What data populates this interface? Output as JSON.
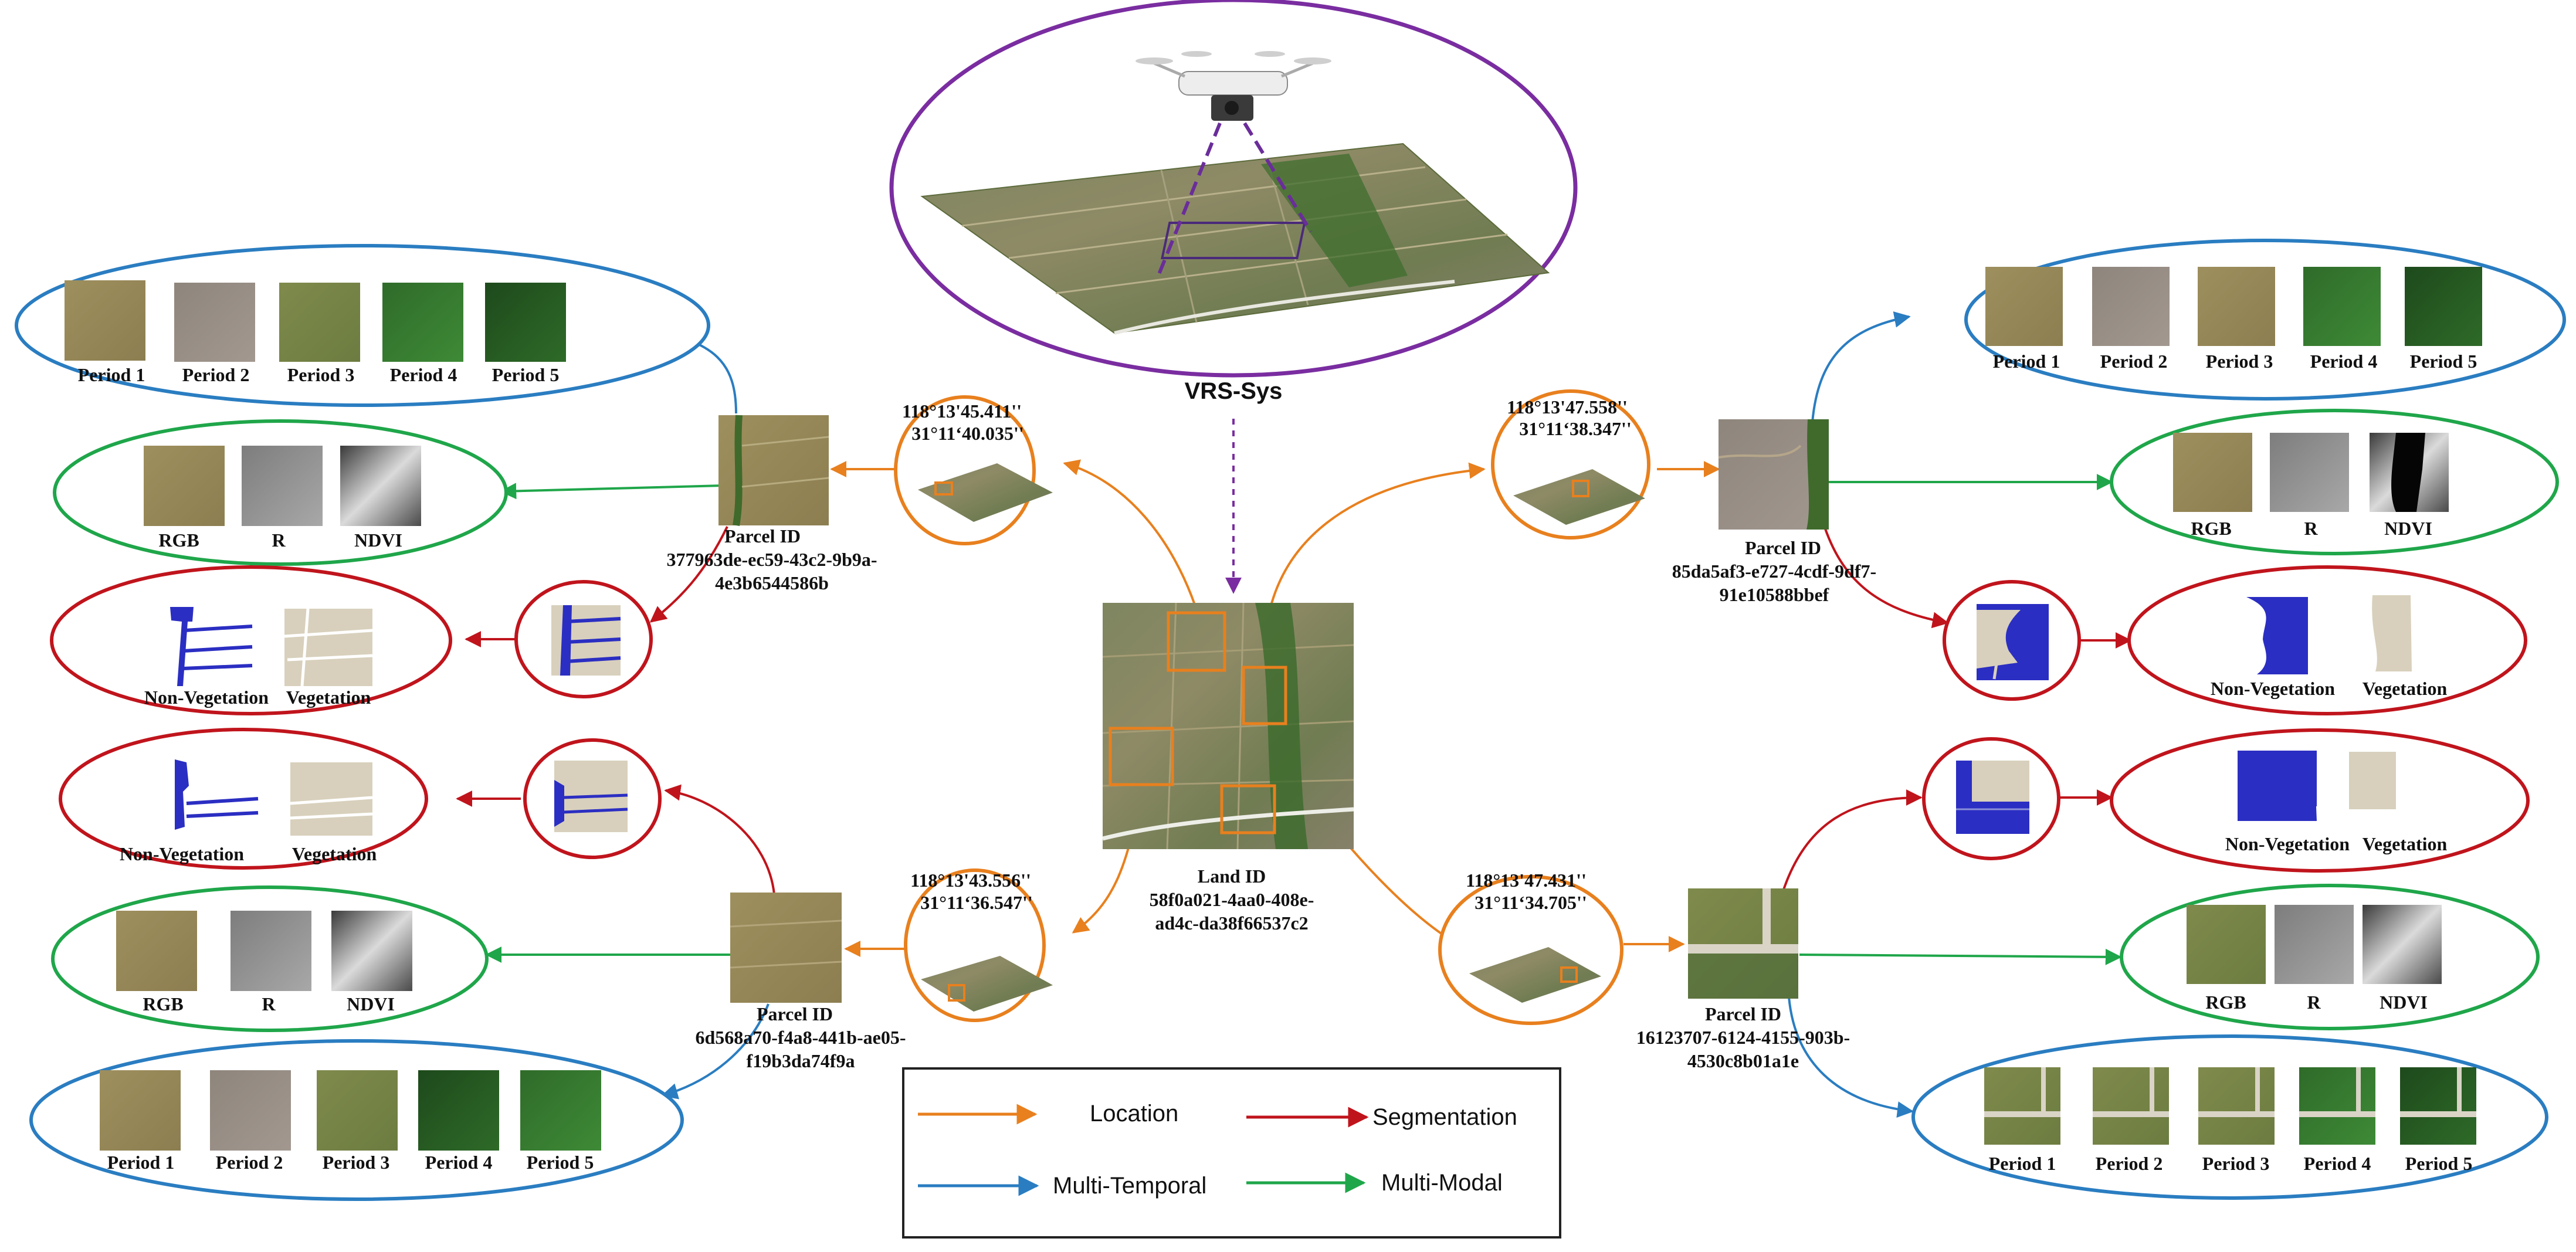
{
  "colors": {
    "location": "#E8801E",
    "segmentation": "#C0141C",
    "multi_temporal": "#2A7DC1",
    "multi_modal": "#1FA64A",
    "system": "#7A2DA0",
    "mask_blue": "#2B2EC2",
    "mask_beige": "#D8D0BC",
    "field_green": "#6F8A4A",
    "field_brown": "#9C8A5E"
  },
  "system": {
    "label": "VRS-Sys",
    "icon": "drone-icon"
  },
  "land": {
    "id_label": "Land ID",
    "id_line1": "58f0a021-4aa0-408e-",
    "id_line2": "ad4c-da38f66537c2"
  },
  "coordinates": {
    "top_left": {
      "lon": "118°13'45.411''",
      "lat": "31°11‘40.035''"
    },
    "top_right": {
      "lon": "118°13'47.558''",
      "lat": "31°11‘38.347''"
    },
    "bottom_left": {
      "lon": "118°13'43.556''",
      "lat": "31°11‘36.547''"
    },
    "bottom_right": {
      "lon": "118°13'47.431''",
      "lat": "31°11‘34.705''"
    }
  },
  "parcels": {
    "top_left": {
      "id_label": "Parcel ID",
      "id_line1": "377963de-ec59-43c2-9b9a-",
      "id_line2": "4e3b6544586b"
    },
    "top_right": {
      "id_label": "Parcel ID",
      "id_line1": "85da5af3-e727-4cdf-9df7-",
      "id_line2": "91e10588bbef"
    },
    "bottom_left": {
      "id_label": "Parcel ID",
      "id_line1": "6d568a70-f4a8-441b-ae05-",
      "id_line2": "f19b3da74f9a"
    },
    "bottom_right": {
      "id_label": "Parcel ID",
      "id_line1": "16123707-6124-4155-903b-",
      "id_line2": "4530c8b01a1e"
    }
  },
  "labels": {
    "periods": [
      "Period 1",
      "Period 2",
      "Period 3",
      "Period 4",
      "Period 5"
    ],
    "modalities": [
      "RGB",
      "R",
      "NDVI"
    ],
    "non_vegetation": "Non-Vegetation",
    "vegetation": "Vegetation"
  },
  "legend": {
    "location": "Location",
    "segmentation": "Segmentation",
    "multi_temporal": "Multi-Temporal",
    "multi_modal": "Multi-Modal"
  }
}
